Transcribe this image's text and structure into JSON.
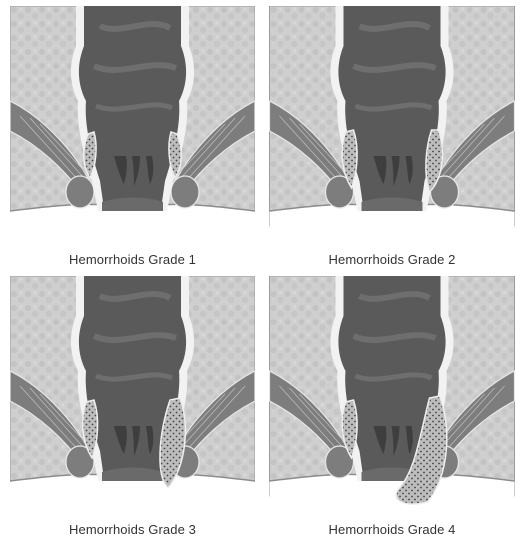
{
  "figure": {
    "panels": [
      {
        "caption": "Hemorrhoids Grade 1",
        "grade": 1
      },
      {
        "caption": "Hemorrhoids Grade 2",
        "grade": 2
      },
      {
        "caption": "Hemorrhoids Grade 3",
        "grade": 3
      },
      {
        "caption": "Hemorrhoids Grade 4",
        "grade": 4
      }
    ]
  },
  "colors": {
    "tissue_background": "#cfcfcf",
    "lumen": "#5a5a5a",
    "wall_outline": "#f2f2f2",
    "muscle": "#7d7d7d",
    "hemorrhoid": "#bdbdbd",
    "caption_text": "#333333"
  }
}
